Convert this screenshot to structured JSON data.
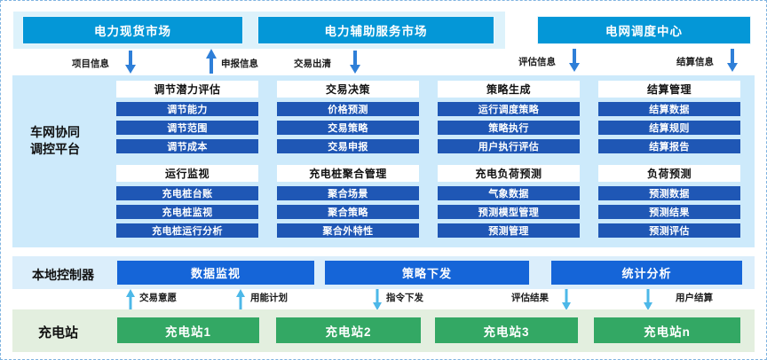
{
  "colors": {
    "market_box": "#0497d7",
    "market_band": "#ddf2fb",
    "platform_bg": "#cdeafb",
    "module_head_bg": "#ffffff",
    "module_item_bg": "#1f57b5",
    "controller_band": "#dbeefb",
    "controller_box": "#1565d8",
    "station_band": "#e3efdf",
    "station_box": "#33a864",
    "arrow_dark": "#2e7fd8",
    "arrow_light": "#4db8e8",
    "border_dash": "#7fb3e0"
  },
  "markets": [
    {
      "label": "电力现货市场"
    },
    {
      "label": "电力辅助服务市场"
    },
    {
      "label": "电网调度中心"
    }
  ],
  "top_flows": [
    {
      "label": "项目信息",
      "direction": "down"
    },
    {
      "label": "申报信息",
      "direction": "up"
    },
    {
      "label": "交易出清",
      "direction": "down"
    },
    {
      "label": "评估信息",
      "direction": "down"
    },
    {
      "label": "结算信息",
      "direction": "down"
    }
  ],
  "platform": {
    "title_line1": "车网协同",
    "title_line2": "调控平台",
    "modules": [
      {
        "head": "调节潜力评估",
        "items": [
          "调节能力",
          "调节范围",
          "调节成本"
        ]
      },
      {
        "head": "交易决策",
        "items": [
          "价格预测",
          "交易策略",
          "交易申报"
        ]
      },
      {
        "head": "策略生成",
        "items": [
          "运行调度策略",
          "策略执行",
          "用户执行评估"
        ]
      },
      {
        "head": "结算管理",
        "items": [
          "结算数据",
          "结算规则",
          "结算报告"
        ]
      },
      {
        "head": "运行监视",
        "items": [
          "充电桩台账",
          "充电桩监视",
          "充电桩运行分析"
        ]
      },
      {
        "head": "充电桩聚合管理",
        "items": [
          "聚合场景",
          "聚合策略",
          "聚合外特性"
        ]
      },
      {
        "head": "充电负荷预测",
        "items": [
          "气象数据",
          "预测模型管理",
          "预测管理"
        ]
      },
      {
        "head": "负荷预测",
        "items": [
          "预测数据",
          "预测结果",
          "预测评估"
        ]
      }
    ]
  },
  "controller": {
    "title": "本地控制器",
    "boxes": [
      "数据监视",
      "策略下发",
      "统计分析"
    ]
  },
  "mid_flows": [
    {
      "label": "交易意愿",
      "direction": "up"
    },
    {
      "label": "用能计划",
      "direction": "up"
    },
    {
      "label": "指令下发",
      "direction": "down"
    },
    {
      "label": "评估结果",
      "direction": "down"
    },
    {
      "label": "用户结算",
      "direction": "down"
    }
  ],
  "stations": {
    "title": "充电站",
    "boxes": [
      "充电站1",
      "充电站2",
      "充电站3",
      "充电站n"
    ]
  }
}
